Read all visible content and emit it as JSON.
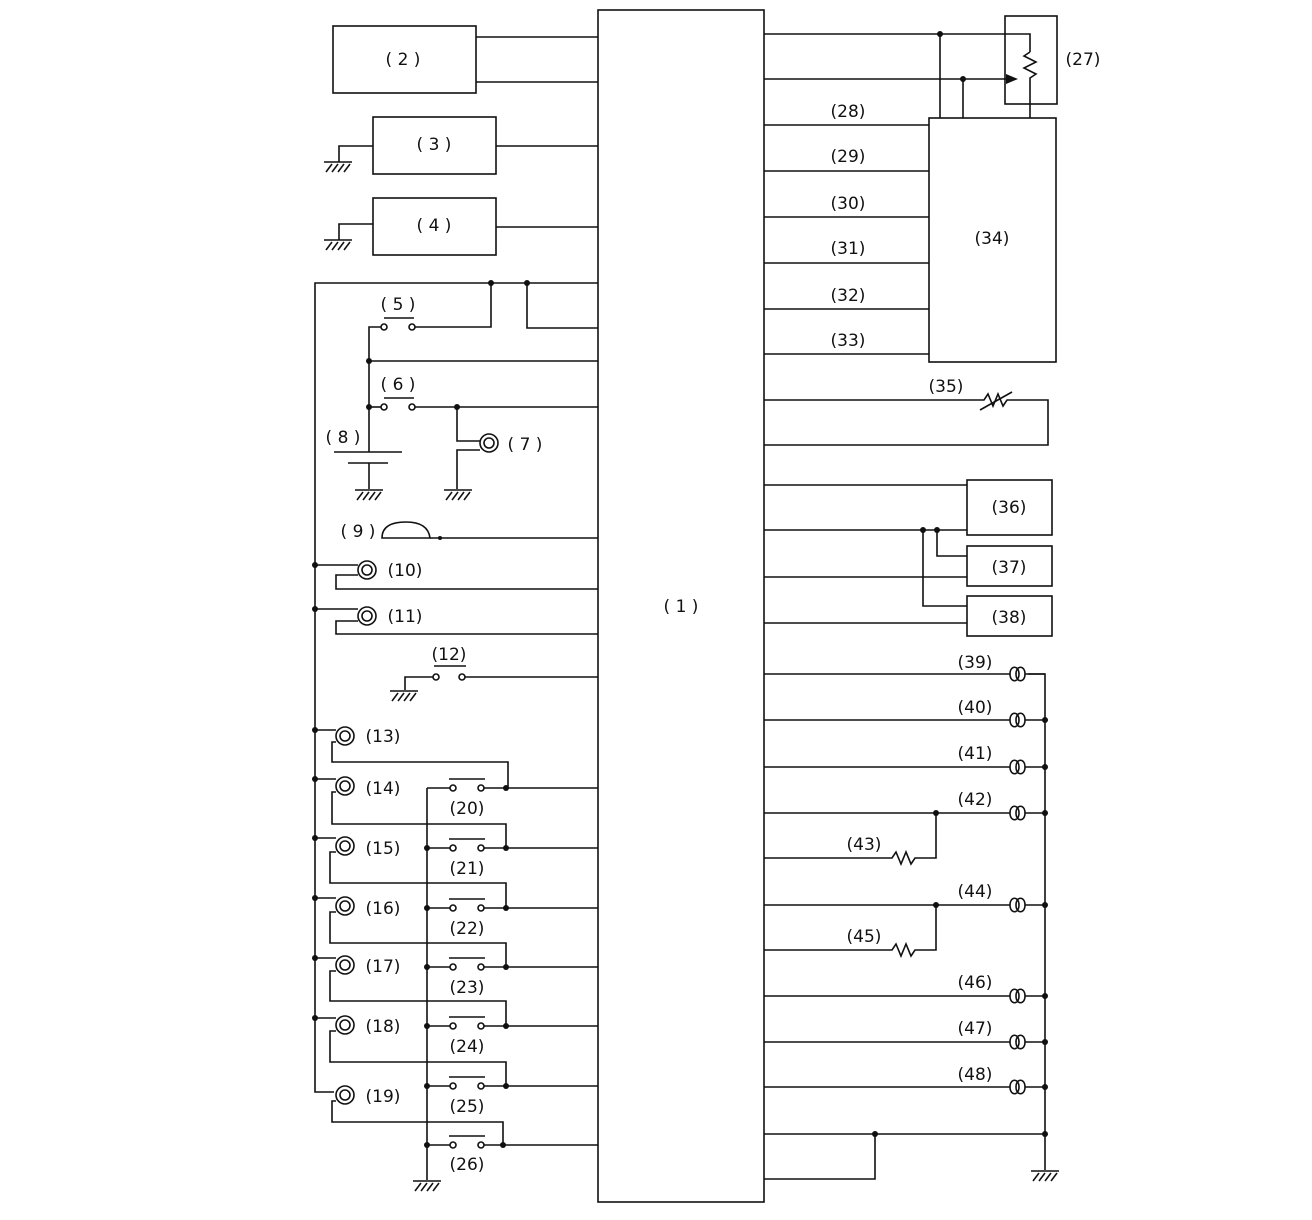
{
  "diagram": {
    "ecu": "( 1 )",
    "boxes": {
      "b2": "( 2 )",
      "b3": "( 3 )",
      "b4": "( 4 )",
      "b34": "(34)",
      "b36": "(36)",
      "b37": "(37)",
      "b38": "(38)"
    },
    "labels": {
      "l5": "( 5 )",
      "l6": "( 6 )",
      "l7": "( 7 )",
      "l8": "( 8 )",
      "l9": "( 9 )",
      "l10": "(10)",
      "l11": "(11)",
      "l12": "(12)",
      "l13": "(13)",
      "l14": "(14)",
      "l15": "(15)",
      "l16": "(16)",
      "l17": "(17)",
      "l18": "(18)",
      "l19": "(19)",
      "l20": "(20)",
      "l21": "(21)",
      "l22": "(22)",
      "l23": "(23)",
      "l24": "(24)",
      "l25": "(25)",
      "l26": "(26)",
      "l27": "(27)",
      "l28": "(28)",
      "l29": "(29)",
      "l30": "(30)",
      "l31": "(31)",
      "l32": "(32)",
      "l33": "(33)",
      "l35": "(35)",
      "l39": "(39)",
      "l40": "(40)",
      "l41": "(41)",
      "l42": "(42)",
      "l43": "(43)",
      "l44": "(44)",
      "l45": "(45)",
      "l46": "(46)",
      "l47": "(47)",
      "l48": "(48)"
    }
  }
}
